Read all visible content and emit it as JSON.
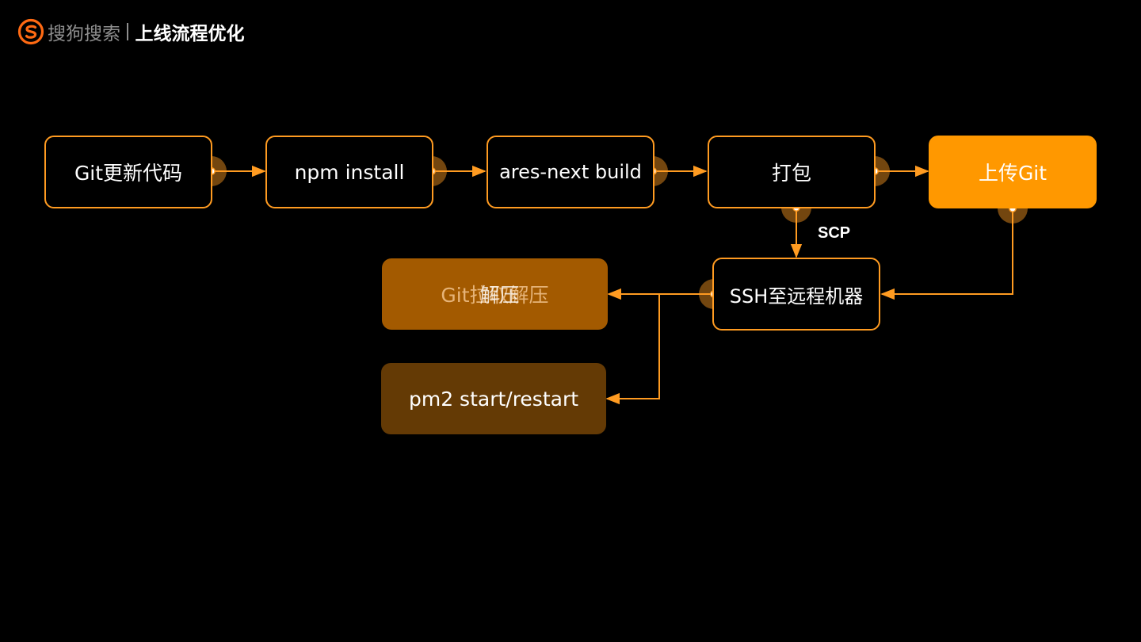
{
  "header": {
    "brand": "搜狗搜索",
    "title": "上线流程优化"
  },
  "colors": {
    "accent": "#ff9b21",
    "bright_fill": "#ff9800",
    "mid_fill": "#a35a00",
    "dark_fill": "#643a05",
    "background": "#000000"
  },
  "nodes": {
    "git_update": "Git更新代码",
    "npm_install": "npm install",
    "ares_build": "ares-next build",
    "pack": "打包",
    "upload_git": "上传Git",
    "ssh_remote": "SSH至远程机器",
    "git_pull": "Git拉取",
    "unzip": "解压",
    "pm2": "pm2 start/restart"
  },
  "edges": {
    "scp_label": "SCP"
  }
}
